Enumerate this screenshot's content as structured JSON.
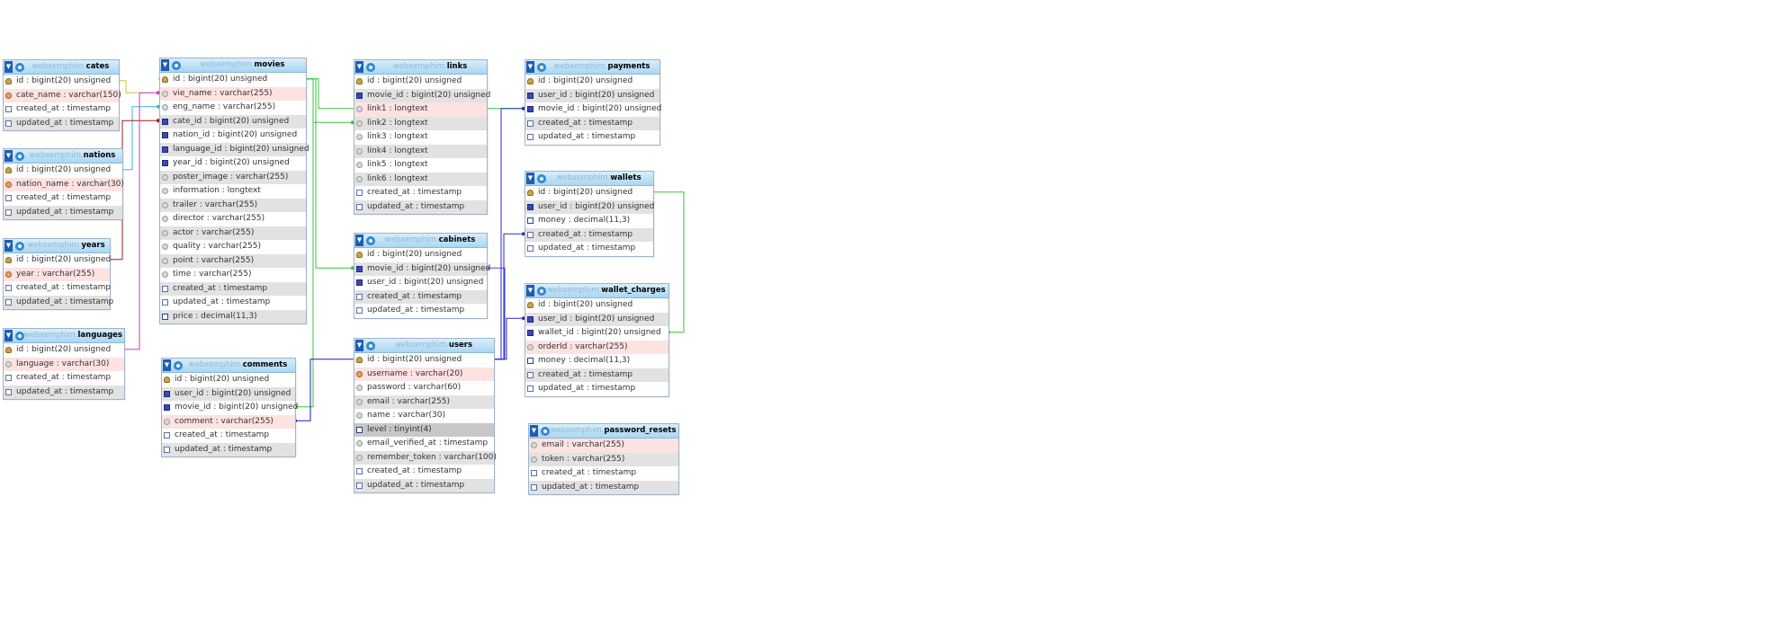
{
  "database": "webxemphim",
  "tables": [
    {
      "id": "cates",
      "name": "cates",
      "columns": [
        {
          "text": "id : bigint(20) unsigned",
          "icon": "key-icon",
          "bg": "white"
        },
        {
          "text": "cate_name : varchar(150)",
          "icon": "unique-icon",
          "bg": "pink"
        },
        {
          "text": "created_at : timestamp",
          "icon": "date-icon",
          "bg": "white"
        },
        {
          "text": "updated_at : timestamp",
          "icon": "date-icon",
          "bg": "gray"
        }
      ]
    },
    {
      "id": "nations",
      "name": "nations",
      "columns": [
        {
          "text": "id : bigint(20) unsigned",
          "icon": "key-icon",
          "bg": "white"
        },
        {
          "text": "nation_name : varchar(30)",
          "icon": "unique-icon",
          "bg": "pink"
        },
        {
          "text": "created_at : timestamp",
          "icon": "date-icon",
          "bg": "white"
        },
        {
          "text": "updated_at : timestamp",
          "icon": "date-icon",
          "bg": "gray"
        }
      ]
    },
    {
      "id": "years",
      "name": "years",
      "columns": [
        {
          "text": "id : bigint(20) unsigned",
          "icon": "key-icon",
          "bg": "white"
        },
        {
          "text": "year : varchar(255)",
          "icon": "unique-icon",
          "bg": "pink"
        },
        {
          "text": "created_at : timestamp",
          "icon": "date-icon",
          "bg": "white"
        },
        {
          "text": "updated_at : timestamp",
          "icon": "date-icon",
          "bg": "gray"
        }
      ]
    },
    {
      "id": "languages",
      "name": "languages",
      "columns": [
        {
          "text": "id : bigint(20) unsigned",
          "icon": "key-icon",
          "bg": "white"
        },
        {
          "text": "language : varchar(30)",
          "icon": "column-icon",
          "bg": "pink"
        },
        {
          "text": "created_at : timestamp",
          "icon": "date-icon",
          "bg": "white"
        },
        {
          "text": "updated_at : timestamp",
          "icon": "date-icon",
          "bg": "gray"
        }
      ]
    },
    {
      "id": "movies",
      "name": "movies",
      "columns": [
        {
          "text": "id : bigint(20) unsigned",
          "icon": "key-icon",
          "bg": "white"
        },
        {
          "text": "vie_name : varchar(255)",
          "icon": "column-icon",
          "bg": "pink"
        },
        {
          "text": "eng_name : varchar(255)",
          "icon": "column-icon",
          "bg": "white"
        },
        {
          "text": "cate_id : bigint(20) unsigned",
          "icon": "fk-icon",
          "bg": "gray"
        },
        {
          "text": "nation_id : bigint(20) unsigned",
          "icon": "fk-icon",
          "bg": "white"
        },
        {
          "text": "language_id : bigint(20) unsigned",
          "icon": "fk-icon",
          "bg": "gray"
        },
        {
          "text": "year_id : bigint(20) unsigned",
          "icon": "fk-icon",
          "bg": "white"
        },
        {
          "text": "poster_image : varchar(255)",
          "icon": "column-icon",
          "bg": "gray"
        },
        {
          "text": "information : longtext",
          "icon": "column-icon",
          "bg": "white"
        },
        {
          "text": "trailer : varchar(255)",
          "icon": "column-icon",
          "bg": "gray"
        },
        {
          "text": "director : varchar(255)",
          "icon": "column-icon",
          "bg": "white"
        },
        {
          "text": "actor : varchar(255)",
          "icon": "column-icon",
          "bg": "gray"
        },
        {
          "text": "quality : varchar(255)",
          "icon": "column-icon",
          "bg": "white"
        },
        {
          "text": "point : varchar(255)",
          "icon": "column-icon",
          "bg": "gray"
        },
        {
          "text": "time : varchar(255)",
          "icon": "column-icon",
          "bg": "white"
        },
        {
          "text": "created_at : timestamp",
          "icon": "date-icon",
          "bg": "gray"
        },
        {
          "text": "updated_at : timestamp",
          "icon": "date-icon",
          "bg": "white"
        },
        {
          "text": "price : decimal(11,3)",
          "icon": "number-icon",
          "bg": "gray"
        }
      ]
    },
    {
      "id": "comments",
      "name": "comments",
      "columns": [
        {
          "text": "id : bigint(20) unsigned",
          "icon": "key-icon",
          "bg": "white"
        },
        {
          "text": "user_id : bigint(20) unsigned",
          "icon": "fk-icon",
          "bg": "gray"
        },
        {
          "text": "movie_id : bigint(20) unsigned",
          "icon": "fk-icon",
          "bg": "white"
        },
        {
          "text": "comment : varchar(255)",
          "icon": "column-icon",
          "bg": "pink"
        },
        {
          "text": "created_at : timestamp",
          "icon": "date-icon",
          "bg": "white"
        },
        {
          "text": "updated_at : timestamp",
          "icon": "date-icon",
          "bg": "gray"
        }
      ]
    },
    {
      "id": "links",
      "name": "links",
      "columns": [
        {
          "text": "id : bigint(20) unsigned",
          "icon": "key-icon",
          "bg": "white"
        },
        {
          "text": "movie_id : bigint(20) unsigned",
          "icon": "fk-icon",
          "bg": "gray"
        },
        {
          "text": "link1 : longtext",
          "icon": "column-icon",
          "bg": "pink"
        },
        {
          "text": "link2 : longtext",
          "icon": "column-icon",
          "bg": "gray"
        },
        {
          "text": "link3 : longtext",
          "icon": "column-icon",
          "bg": "white"
        },
        {
          "text": "link4 : longtext",
          "icon": "column-icon",
          "bg": "gray"
        },
        {
          "text": "link5 : longtext",
          "icon": "column-icon",
          "bg": "white"
        },
        {
          "text": "link6 : longtext",
          "icon": "column-icon",
          "bg": "gray"
        },
        {
          "text": "created_at : timestamp",
          "icon": "date-icon",
          "bg": "white"
        },
        {
          "text": "updated_at : timestamp",
          "icon": "date-icon",
          "bg": "gray"
        }
      ]
    },
    {
      "id": "cabinets",
      "name": "cabinets",
      "columns": [
        {
          "text": "id : bigint(20) unsigned",
          "icon": "key-icon",
          "bg": "white"
        },
        {
          "text": "movie_id : bigint(20) unsigned",
          "icon": "fk-icon",
          "bg": "gray"
        },
        {
          "text": "user_id : bigint(20) unsigned",
          "icon": "fk-icon",
          "bg": "white"
        },
        {
          "text": "created_at : timestamp",
          "icon": "date-icon",
          "bg": "gray"
        },
        {
          "text": "updated_at : timestamp",
          "icon": "date-icon",
          "bg": "white"
        }
      ]
    },
    {
      "id": "users",
      "name": "users",
      "columns": [
        {
          "text": "id : bigint(20) unsigned",
          "icon": "key-icon",
          "bg": "white"
        },
        {
          "text": "username : varchar(20)",
          "icon": "unique-icon",
          "bg": "pink"
        },
        {
          "text": "password : varchar(60)",
          "icon": "column-icon",
          "bg": "white"
        },
        {
          "text": "email : varchar(255)",
          "icon": "column-icon",
          "bg": "gray"
        },
        {
          "text": "name : varchar(30)",
          "icon": "column-icon",
          "bg": "white"
        },
        {
          "text": "level : tinyint(4)",
          "icon": "number-icon",
          "bg": "selected"
        },
        {
          "text": "email_verified_at : timestamp",
          "icon": "column-icon",
          "bg": "white"
        },
        {
          "text": "remember_token : varchar(100)",
          "icon": "column-icon",
          "bg": "gray"
        },
        {
          "text": "created_at : timestamp",
          "icon": "date-icon",
          "bg": "white"
        },
        {
          "text": "updated_at : timestamp",
          "icon": "date-icon",
          "bg": "gray"
        }
      ]
    },
    {
      "id": "payments",
      "name": "payments",
      "columns": [
        {
          "text": "id : bigint(20) unsigned",
          "icon": "key-icon",
          "bg": "white"
        },
        {
          "text": "user_id : bigint(20) unsigned",
          "icon": "fk-icon",
          "bg": "gray"
        },
        {
          "text": "movie_id : bigint(20) unsigned",
          "icon": "fk-icon",
          "bg": "white"
        },
        {
          "text": "created_at : timestamp",
          "icon": "date-icon",
          "bg": "gray"
        },
        {
          "text": "updated_at : timestamp",
          "icon": "date-icon",
          "bg": "white"
        }
      ]
    },
    {
      "id": "wallets",
      "name": "wallets",
      "columns": [
        {
          "text": "id : bigint(20) unsigned",
          "icon": "key-icon",
          "bg": "white"
        },
        {
          "text": "user_id : bigint(20) unsigned",
          "icon": "fk-icon",
          "bg": "gray"
        },
        {
          "text": "money : decimal(11,3)",
          "icon": "number-icon",
          "bg": "white"
        },
        {
          "text": "created_at : timestamp",
          "icon": "date-icon",
          "bg": "gray"
        },
        {
          "text": "updated_at : timestamp",
          "icon": "date-icon",
          "bg": "white"
        }
      ]
    },
    {
      "id": "wallet_charges",
      "name": "wallet_charges",
      "columns": [
        {
          "text": "id : bigint(20) unsigned",
          "icon": "key-icon",
          "bg": "white"
        },
        {
          "text": "user_id : bigint(20) unsigned",
          "icon": "fk-icon",
          "bg": "gray"
        },
        {
          "text": "wallet_id : bigint(20) unsigned",
          "icon": "fk-icon",
          "bg": "white"
        },
        {
          "text": "orderId : varchar(255)",
          "icon": "column-icon",
          "bg": "pink"
        },
        {
          "text": "money : decimal(11,3)",
          "icon": "number-icon",
          "bg": "white"
        },
        {
          "text": "created_at : timestamp",
          "icon": "date-icon",
          "bg": "gray"
        },
        {
          "text": "updated_at : timestamp",
          "icon": "date-icon",
          "bg": "white"
        }
      ]
    },
    {
      "id": "password_resets",
      "name": "password_resets",
      "columns": [
        {
          "text": "email : varchar(255)",
          "icon": "column-icon",
          "bg": "pink"
        },
        {
          "text": "token : varchar(255)",
          "icon": "column-icon",
          "bg": "gray"
        },
        {
          "text": "created_at : timestamp",
          "icon": "date-icon",
          "bg": "white"
        },
        {
          "text": "updated_at : timestamp",
          "icon": "date-icon",
          "bg": "gray"
        }
      ]
    }
  ],
  "relations": [
    {
      "from": "cates",
      "to": "movies",
      "color": "#c8c832"
    },
    {
      "from": "nations",
      "to": "movies",
      "color": "#33b9c9"
    },
    {
      "from": "years",
      "to": "movies",
      "color": "#a31919"
    },
    {
      "from": "languages",
      "to": "movies",
      "color": "#c93bc9"
    },
    {
      "from": "movies",
      "to": "comments",
      "color": "#37c33d"
    },
    {
      "from": "movies",
      "to": "links",
      "color": "#37c33d"
    },
    {
      "from": "movies",
      "to": "cabinets",
      "color": "#37c33d"
    },
    {
      "from": "movies",
      "to": "payments",
      "color": "#37c33d"
    },
    {
      "from": "users",
      "to": "comments",
      "color": "#1a1ab8"
    },
    {
      "from": "users",
      "to": "cabinets",
      "color": "#4646d6"
    },
    {
      "from": "users",
      "to": "payments",
      "color": "#2a2ac4"
    },
    {
      "from": "users",
      "to": "wallets",
      "color": "#2a2ac4"
    },
    {
      "from": "users",
      "to": "wallet_charges",
      "color": "#2a2ac4"
    },
    {
      "from": "wallets",
      "to": "wallet_charges",
      "color": "#37c33d"
    }
  ]
}
